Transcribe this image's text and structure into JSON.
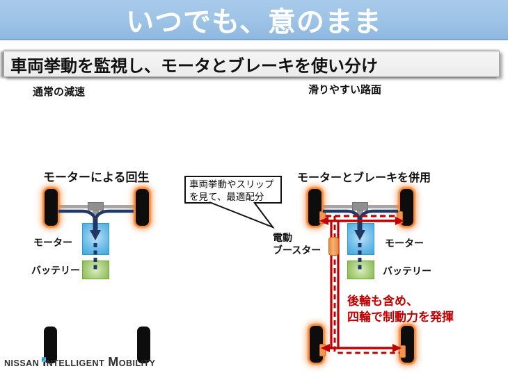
{
  "banner": {
    "title": "いつでも、意のまま"
  },
  "headline": {
    "text": "車両挙動を監視し、モータとブレーキを使い分け"
  },
  "scenarios": {
    "left_label": "通常の減速",
    "right_label": "滑りやすい路面"
  },
  "left_diagram": {
    "title": "モーターによる回生",
    "motor_label": "モーター",
    "battery_label": "バッテリー"
  },
  "right_diagram": {
    "title": "モーターとブレーキを併用",
    "motor_label": "モーター",
    "battery_label": "バッテリー",
    "booster_label_line1": "電動",
    "booster_label_line2": "ブースター",
    "note_line1": "後輪も含め、",
    "note_line2": "四輪で制動力を発揮"
  },
  "callout": {
    "line1": "車両挙動やスリップ",
    "line2": "を見て、最適配分"
  },
  "logo": {
    "nissan": "NISSAN",
    "intelligent_i": "I",
    "intelligent_rest": "NTELLIGENT",
    "mobility_m": "M",
    "mobility_rest": "OBILITY"
  },
  "colors": {
    "banner_bg": "#9DC3E6",
    "banner_text": "#FFFFFF",
    "accent_red": "#C00000",
    "arrow_navy": "#1F3864",
    "motor_blue": "#3DA5DE",
    "battery_green": "#89BB54",
    "wheel_glow_orange": "#F58634",
    "booster_orange": "#F0954F",
    "axle_gray": "#A6A6A6"
  }
}
